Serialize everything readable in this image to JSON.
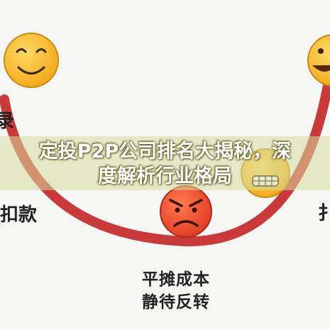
{
  "article": {
    "title_line1": "定投P2P公司排名大揭秘，深",
    "title_line2": "度解析行业格局"
  },
  "illustration": {
    "left_label_partial": "录",
    "left_label_2": "扣款",
    "right_label_partial": "扌",
    "bottom_line1": "平摊成本",
    "bottom_line2": "静待反转",
    "faces": [
      {
        "icon": "smiling-face-icon",
        "mood": "happy"
      },
      {
        "icon": "grinning-face-icon",
        "mood": "happy"
      },
      {
        "icon": "angry-face-icon",
        "mood": "angry"
      },
      {
        "icon": "grimacing-face-icon",
        "mood": "nervous"
      }
    ],
    "colors": {
      "curve": "#cc3b3b",
      "face_yellow": "#f4b424",
      "face_red": "#e8452c"
    }
  }
}
